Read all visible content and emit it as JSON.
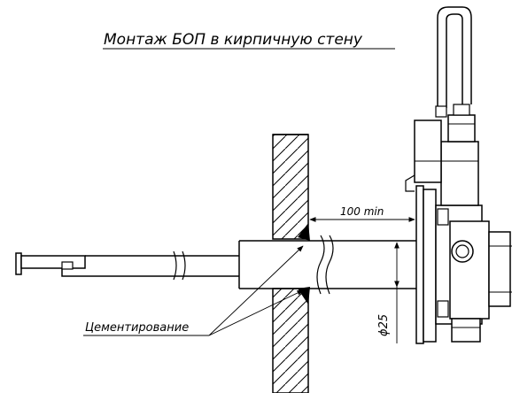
{
  "title": "Монтаж БОП в кирпичную стену",
  "labels": {
    "distance": "100 min",
    "diameter": "ϕ25",
    "cementing": "Цементирование"
  }
}
